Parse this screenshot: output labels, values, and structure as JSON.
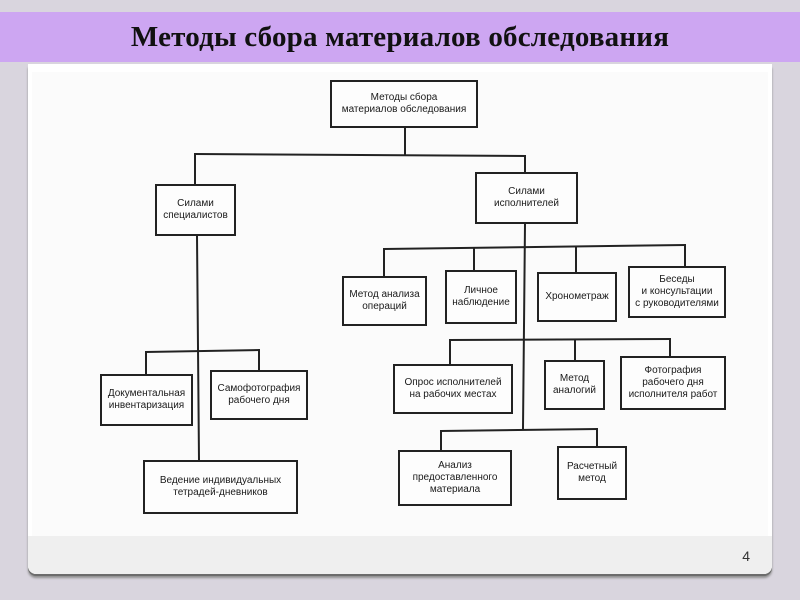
{
  "title": "Методы сбора материалов обследования",
  "page_number": "4",
  "diagram": {
    "root": "Методы сбора\nматериалов обследования",
    "specialists": {
      "label": "Силами\nспециалистов",
      "children": [
        "Документальная\nинвентаризация",
        "Самофотография\nрабочего дня",
        "Ведение индивидуальных\nтетрадей-дневников"
      ]
    },
    "performers": {
      "label": "Силами\nисполнителей",
      "level1": [
        "Метод анализа\nопераций",
        "Личное\nнаблюдение",
        "Хронометраж",
        "Беседы\nи консультации\nс руководителями"
      ],
      "level2": [
        "Опрос исполнителей\nна рабочих местах",
        "Метод\nаналогий",
        "Фотография\nрабочего дня\nисполнителя работ"
      ],
      "level3": [
        "Анализ\nпредоставленного\nматериала",
        "Расчетный\nметод"
      ]
    }
  }
}
